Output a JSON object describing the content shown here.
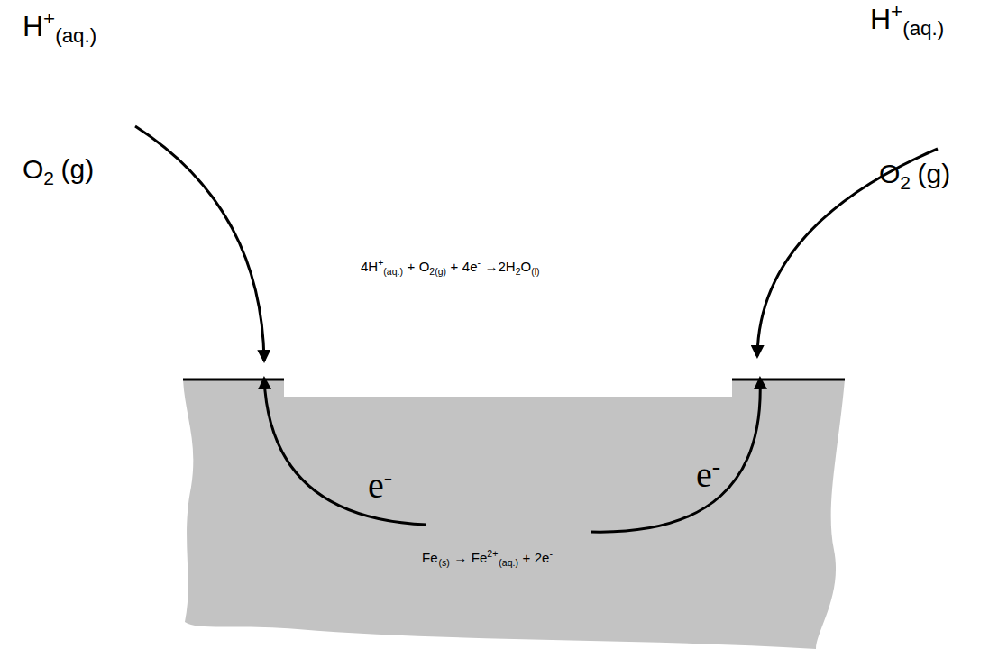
{
  "diagram": {
    "labels": [
      "H",
      "+",
      "(aq.)",
      "O",
      "2",
      "(g)",
      "H",
      "+",
      "(aq.)",
      "O",
      "2",
      "(g)",
      "4H",
      "+",
      "(aq.)",
      "+",
      "O",
      "2(g)",
      "+",
      "4e",
      "-",
      "→2H",
      "2",
      "O",
      "(l)",
      "e",
      "-",
      "e",
      "-",
      "Fe",
      "(s)",
      "→",
      "Fe",
      "2+",
      "(aq.)",
      "+",
      "2e",
      "-"
    ]
  }
}
